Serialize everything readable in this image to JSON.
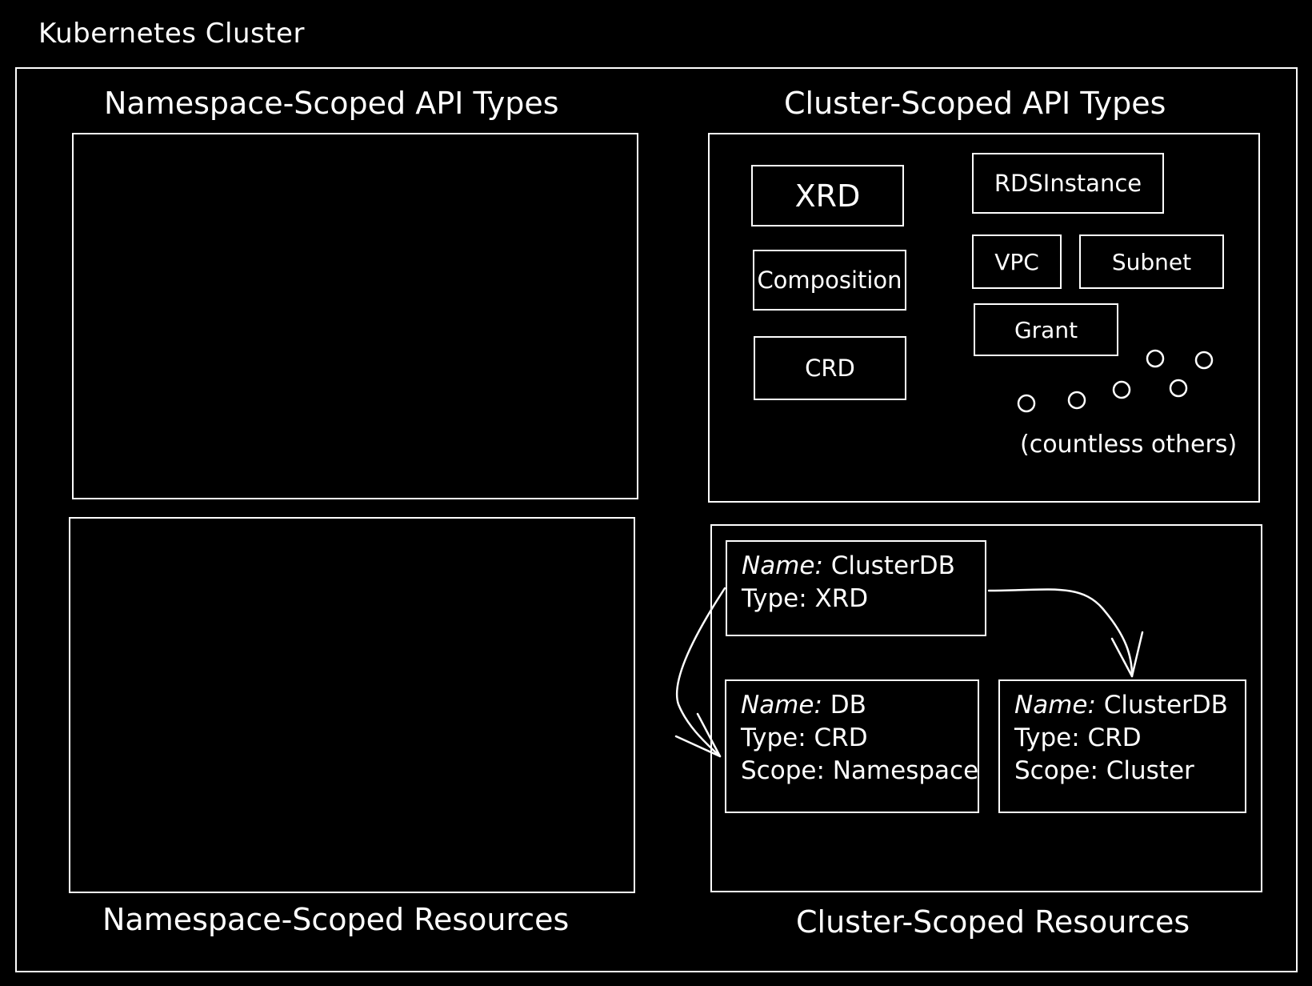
{
  "cluster": {
    "title": "Kubernetes Cluster"
  },
  "namespace_types": {
    "title": "Namespace-Scoped API Types"
  },
  "cluster_types": {
    "title": "Cluster-Scoped API Types",
    "items": [
      "XRD",
      "Composition",
      "CRD",
      "RDSInstance",
      "VPC",
      "Subnet",
      "Grant"
    ],
    "others_label": "(countless others)"
  },
  "namespace_resources": {
    "title": "Namespace-Scoped Resources"
  },
  "cluster_resources": {
    "title": "Cluster-Scoped Resources",
    "xrd_card": {
      "name_key": "Name:",
      "name_value": "ClusterDB",
      "type_key": "Type:",
      "type_value": "XRD"
    },
    "ns_crd_card": {
      "name_key": "Name:",
      "name_value": "DB",
      "type_key": "Type:",
      "type_value": "CRD",
      "scope_key": "Scope:",
      "scope_value": "Namespace"
    },
    "cluster_crd_card": {
      "name_key": "Name:",
      "name_value": "ClusterDB",
      "type_key": "Type:",
      "type_value": "CRD",
      "scope_key": "Scope:",
      "scope_value": "Cluster"
    }
  },
  "colors": {
    "background": "#000000",
    "stroke": "#ffffff"
  }
}
